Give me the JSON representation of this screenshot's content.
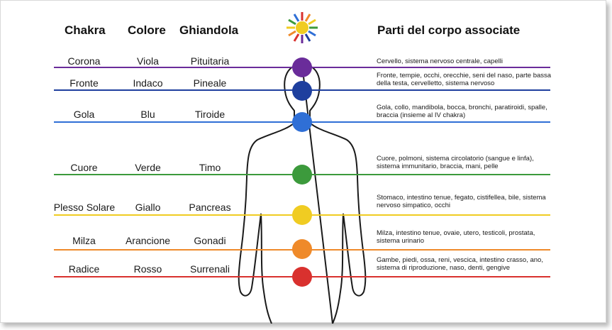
{
  "headers": {
    "chakra": "Chakra",
    "colore": "Colore",
    "ghiandola": "Ghiandola",
    "parti": "Parti del corpo associate"
  },
  "rows": [
    {
      "chakra": "Corona",
      "colore": "Viola",
      "ghiandola": "Pituitaria",
      "parti": "Cervello, sistema nervoso centrale, capelli",
      "color": "#6a2c9a"
    },
    {
      "chakra": "Fronte",
      "colore": "Indaco",
      "ghiandola": "Pineale",
      "parti": "Fronte, tempie, occhi, orecchie, seni del naso, parte bassa della testa, cervelletto, sistema nervoso",
      "color": "#1e3f9e"
    },
    {
      "chakra": "Gola",
      "colore": "Blu",
      "ghiandola": "Tiroide",
      "parti": "Gola, collo, mandibola, bocca, bronchi, paratiroidi, spalle, braccia (insieme al IV chakra)",
      "color": "#2f6fd6"
    },
    {
      "chakra": "Cuore",
      "colore": "Verde",
      "ghiandola": "Timo",
      "parti": "Cuore, polmoni, sistema circolatorio (sangue e linfa), sistema immunitario, braccia, mani, pelle",
      "color": "#3c9a3c"
    },
    {
      "chakra": "Plesso Solare",
      "colore": "Giallo",
      "ghiandola": "Pancreas",
      "parti": "Stomaco, intestino tenue, fegato, cistifellea, bile, sistema nervoso simpatico, occhi",
      "color": "#f0cc22"
    },
    {
      "chakra": "Milza",
      "colore": "Arancione",
      "ghiandola": "Gonadi",
      "parti": "Milza, intestino tenue, ovaie, utero, testicoli, prostata, sistema urinario",
      "color": "#ef8a2a"
    },
    {
      "chakra": "Radice",
      "colore": "Rosso",
      "ghiandola": "Surrenali",
      "parti": "Gambe, piedi, ossa, reni, vescica, intestino crasso, ano, sistema di riproduzione, naso, denti, gengive",
      "color": "#d9312e"
    }
  ]
}
